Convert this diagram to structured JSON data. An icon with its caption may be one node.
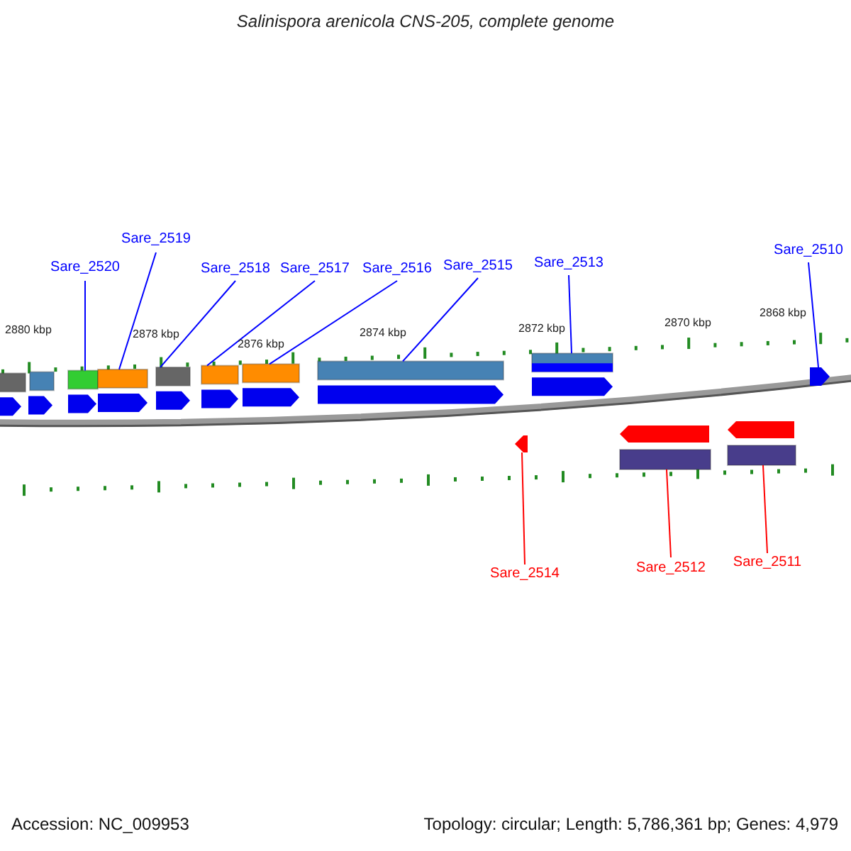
{
  "diagram": {
    "title": "Salinispora arenicola CNS-205, complete genome",
    "nodes": [
      {
        "text": [
          "Sare_2520"
        ]
      },
      {
        "text": [
          "Sare_2519"
        ]
      },
      {
        "text": [
          "Sare_2518"
        ]
      },
      {
        "text": [
          "Sare_2517"
        ]
      },
      {
        "text": [
          "Sare_2516"
        ]
      },
      {
        "text": [
          "Sare_2515"
        ]
      },
      {
        "text": [
          "Sare_2513"
        ]
      },
      {
        "text": [
          "Sare_2510"
        ]
      },
      {
        "text": [
          "Sare_2514"
        ]
      },
      {
        "text": [
          "Sare_2512"
        ]
      },
      {
        "text": [
          "Sare_2511"
        ]
      },
      {
        "text": [],
        "shape": "bar"
      },
      {
        "text": [],
        "shape": "bar"
      },
      {
        "text": [],
        "shape": "bar"
      },
      {
        "text": [],
        "shape": "bar"
      },
      {
        "text": [],
        "shape": "bar"
      },
      {
        "text": [],
        "shape": "bar"
      },
      {
        "text": [],
        "shape": "bar"
      },
      {
        "text": [],
        "shape": "pentagon"
      },
      {
        "text": [],
        "shape": "pentagon"
      },
      {
        "text": [],
        "shape": "bar"
      },
      {
        "text": [],
        "shape": "bar"
      },
      {
        "text": [],
        "shape": "bar"
      },
      {
        "text": [],
        "shape": "bar"
      },
      {
        "text": [],
        "shape": "pentagon"
      },
      {
        "text": [],
        "shape": "pentagon"
      },
      {
        "text": [],
        "shape": "pentagon"
      },
      {
        "text": [],
        "shape": "pentagon"
      },
      {
        "text": [],
        "shape": "pentagon"
      },
      {
        "text": [],
        "shape": "pentagon"
      },
      {
        "text": [],
        "shape": "pentagon"
      },
      {
        "text": [],
        "shape": "pentagon"
      },
      {
        "text": [],
        "shape": "pentagon"
      },
      {
        "text": [],
        "shape": "pentagon"
      },
      {
        "text": [],
        "shape": "pentagon"
      }
    ],
    "edges": [
      {
        "from": 0,
        "to": 11,
        "arrow": "none"
      },
      {
        "from": 1,
        "to": 12,
        "arrow": "none"
      },
      {
        "from": 2,
        "to": 13,
        "arrow": "none"
      },
      {
        "from": 3,
        "to": 14,
        "arrow": "none"
      },
      {
        "from": 4,
        "to": 15,
        "arrow": "none"
      },
      {
        "from": 5,
        "to": 16,
        "arrow": "none"
      },
      {
        "from": 6,
        "to": 17,
        "arrow": "none"
      },
      {
        "from": 7,
        "to": 18,
        "arrow": "none"
      },
      {
        "from": 8,
        "to": 19,
        "arrow": "none",
        "color": "#ff0000"
      },
      {
        "from": 9,
        "to": 20,
        "arrow": "none",
        "color": "#ff0000"
      },
      {
        "from": 10,
        "to": 21,
        "arrow": "none",
        "color": "#ff0000"
      }
    ],
    "labels": [
      "2880 kbp",
      "2878 kbp",
      "2876 kbp",
      "2874 kbp",
      "2872 kbp",
      "2870 kbp",
      "2868 kbp",
      "Accession: NC_009953",
      "Topology: circular; Length: 5,786,361 bp; Genes: 4,979"
    ]
  }
}
